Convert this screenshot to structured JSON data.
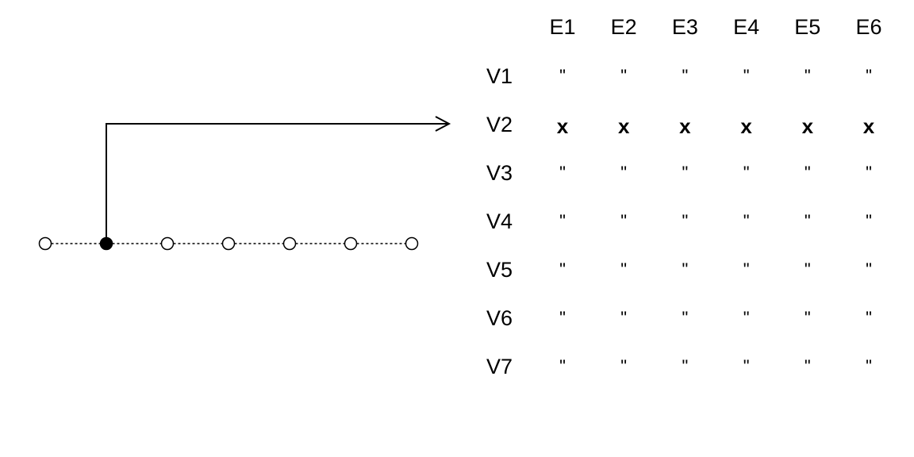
{
  "matrix": {
    "columns": [
      "E1",
      "E2",
      "E3",
      "E4",
      "E5",
      "E6"
    ],
    "rows": [
      {
        "label": "V1",
        "cells": [
          "\"",
          "\"",
          "\"",
          "\"",
          "\"",
          "\""
        ]
      },
      {
        "label": "V2",
        "cells": [
          "x",
          "x",
          "x",
          "x",
          "x",
          "x"
        ]
      },
      {
        "label": "V3",
        "cells": [
          "\"",
          "\"",
          "\"",
          "\"",
          "\"",
          "\""
        ]
      },
      {
        "label": "V4",
        "cells": [
          "\"",
          "\"",
          "\"",
          "\"",
          "\"",
          "\""
        ]
      },
      {
        "label": "V5",
        "cells": [
          "\"",
          "\"",
          "\"",
          "\"",
          "\"",
          "\""
        ]
      },
      {
        "label": "V6",
        "cells": [
          "\"",
          "\"",
          "\"",
          "\"",
          "\"",
          "\""
        ]
      },
      {
        "label": "V7",
        "cells": [
          "\"",
          "\"",
          "\"",
          "\"",
          "\"",
          "\""
        ]
      }
    ]
  },
  "path_graph": {
    "nodes": [
      {
        "filled": false
      },
      {
        "filled": true
      },
      {
        "filled": false
      },
      {
        "filled": false
      },
      {
        "filled": false
      },
      {
        "filled": false
      },
      {
        "filled": false
      }
    ],
    "highlighted_row": "V2"
  },
  "colors": {
    "stroke": "#000000",
    "node_fill": "#ffffff",
    "node_selected": "#000000"
  }
}
